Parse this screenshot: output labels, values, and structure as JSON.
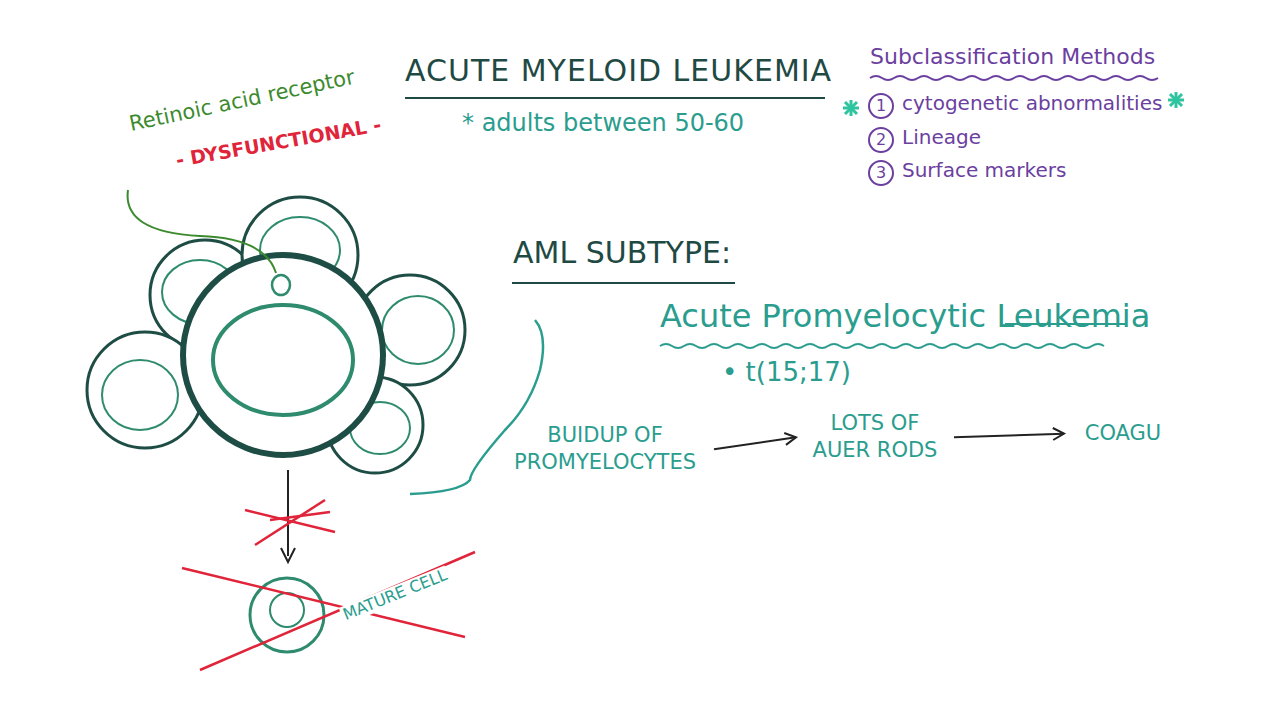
{
  "diagram": {
    "title": "ACUTE MYELOID LEUKEMIA",
    "nodes": [
      {
        "text": [
          "BUIDUP OF PROMYELOCYTES"
        ]
      },
      {
        "text": [
          "LOTS OF AUER RODS"
        ]
      },
      {
        "text": [
          "COAGU"
        ]
      }
    ],
    "edges": [
      {
        "from": 0,
        "to": 1,
        "arrow": "to"
      },
      {
        "from": 1,
        "to": 2,
        "arrow": "to"
      }
    ],
    "labels": [
      "* adults between 50-60",
      "Subclassification Methods",
      "1",
      "cytogenetic abnormalities",
      "2",
      "Lineage",
      "3",
      "Surface markers",
      "Retinoic acid receptor",
      "- DYSFUNCTIONAL -",
      "AML SUBTYPE:",
      "Acute Promyelocytic Leukemia",
      "• t(15;17)",
      "MATURE CELL"
    ]
  }
}
